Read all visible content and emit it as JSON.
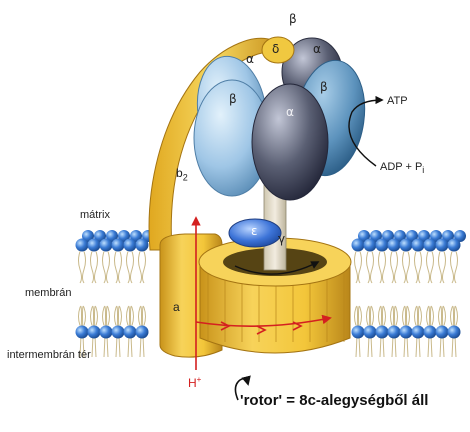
{
  "labels": {
    "matrix": "mátrix",
    "membrane": "membrán",
    "intermembrane": "intermembrán tér",
    "atp": "ATP",
    "adp": "ADP + P",
    "adp_sub": "i",
    "h_plus": "H",
    "h_plus_sup": "+",
    "b2": "b",
    "b2_sub": "2",
    "a": "a",
    "alpha": "α",
    "beta": "β",
    "gamma": "γ",
    "delta": "δ",
    "epsilon": "ε"
  },
  "note": "'rotor' = 8c-alegységből áll",
  "colors": {
    "beta_subunit": "#9fc6e6",
    "alpha_subunit": "#5a5f73",
    "rotor": "#f3c63a",
    "stalk": "#f0c840",
    "lipid_head": "#3a7bd5",
    "arrow": "#d42020"
  }
}
